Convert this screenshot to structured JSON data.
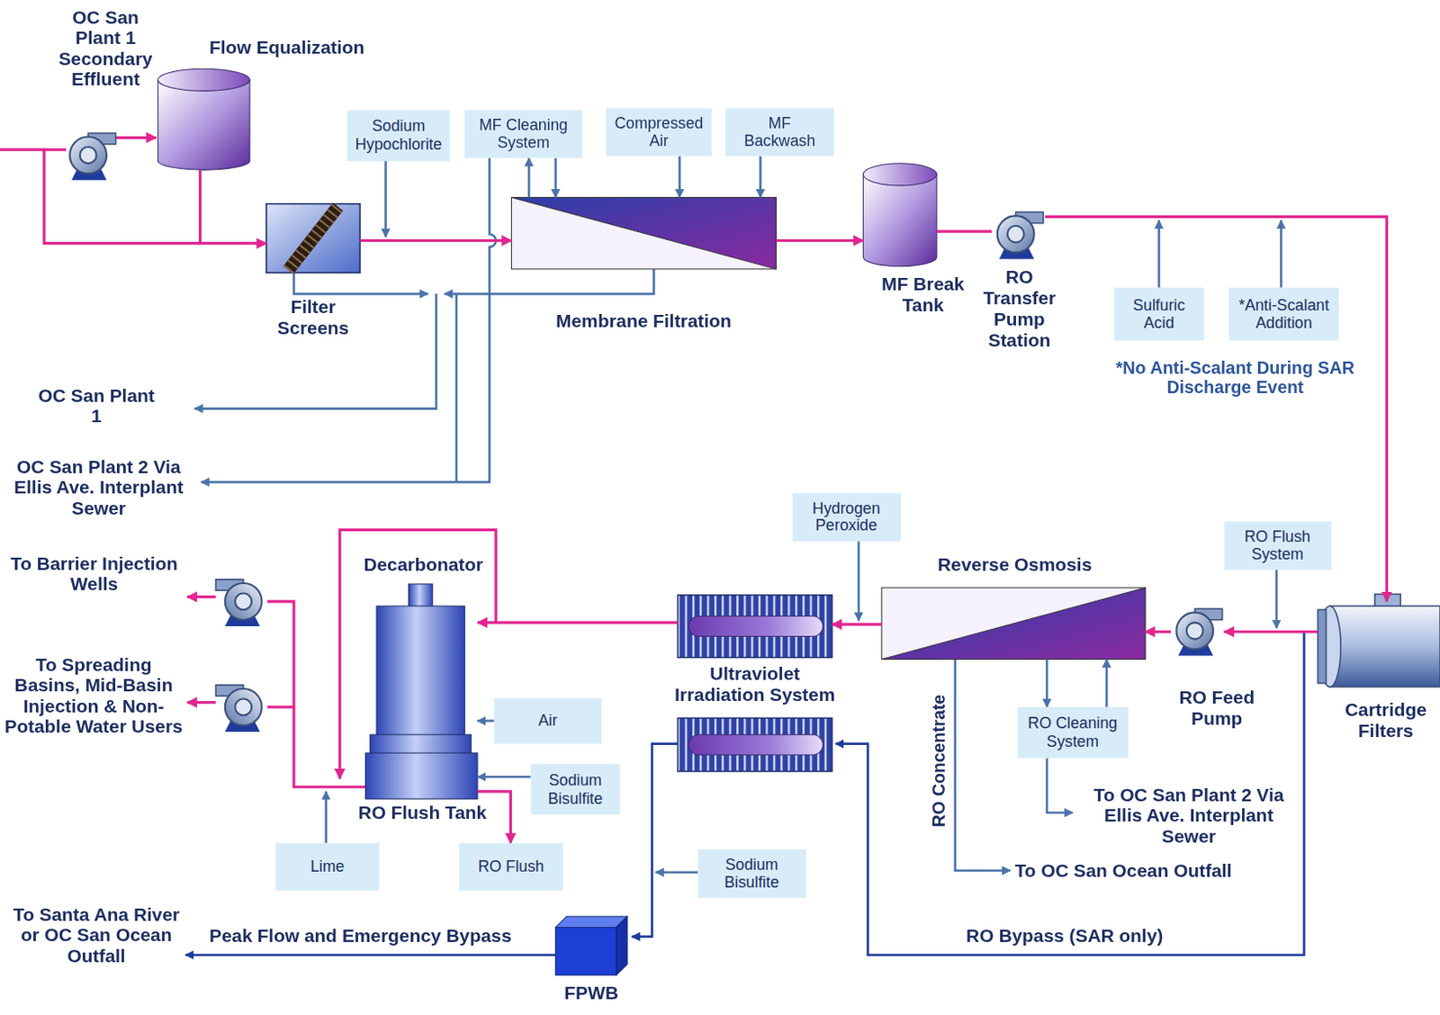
{
  "diagram": {
    "nodes": [
      {
        "text": [
          "Flow Equalization"
        ]
      },
      {
        "text": [
          "Sodium Hypochlorite"
        ]
      },
      {
        "text": [
          "MF Cleaning System"
        ]
      },
      {
        "text": [
          "Compressed Air"
        ]
      },
      {
        "text": [
          "MF Backwash"
        ]
      },
      {
        "text": [
          "Filter Screens"
        ]
      },
      {
        "text": [
          "Membrane Filtration"
        ]
      },
      {
        "text": [
          "MF Break Tank"
        ]
      },
      {
        "text": [
          "RO Transfer Pump Station"
        ]
      },
      {
        "text": [
          "Sulfuric Acid"
        ]
      },
      {
        "text": [
          "*Anti-Scalant Addition"
        ]
      },
      {
        "text": [
          "RO Flush System"
        ]
      },
      {
        "text": [
          "Hydrogen Peroxide"
        ]
      },
      {
        "text": [
          "Decarbonator",
          "RO Flush Tank"
        ]
      },
      {
        "text": [
          "Reverse Osmosis"
        ]
      },
      {
        "text": [
          "RO Feed Pump"
        ]
      },
      {
        "text": [
          "Cartridge Filters"
        ]
      },
      {
        "text": [
          "Ultraviolet Irradiation System"
        ]
      },
      {
        "text": [
          "Air"
        ]
      },
      {
        "text": [
          "RO Cleaning System"
        ]
      },
      {
        "text": [
          "Sodium Bisulfite"
        ]
      },
      {
        "text": [
          "Lime"
        ]
      },
      {
        "text": [
          "RO Flush"
        ]
      },
      {
        "text": [
          "Sodium Bisulfite"
        ]
      },
      {
        "text": [
          "FPWB"
        ]
      }
    ],
    "edges": [
      {
        "from": 0,
        "to": 5,
        "arrow": "to"
      },
      {
        "from": 5,
        "to": 6,
        "arrow": "to"
      },
      {
        "from": 2,
        "to": 6,
        "arrow": "to"
      },
      {
        "from": 6,
        "to": 2,
        "arrow": "to"
      },
      {
        "from": 3,
        "to": 6,
        "arrow": "to"
      },
      {
        "from": 4,
        "to": 6,
        "arrow": "to"
      },
      {
        "from": 6,
        "to": 7,
        "arrow": "to"
      },
      {
        "from": 7,
        "to": 8,
        "arrow": "none"
      },
      {
        "from": 8,
        "to": 16,
        "arrow": "to"
      },
      {
        "from": 16,
        "to": 15,
        "arrow": "to"
      },
      {
        "from": 15,
        "to": 14,
        "arrow": "to"
      },
      {
        "from": 14,
        "to": 17,
        "arrow": "to"
      },
      {
        "from": 17,
        "to": 13,
        "arrow": "to"
      },
      {
        "from": 14,
        "to": 19,
        "arrow": "to"
      },
      {
        "from": 19,
        "to": 14,
        "arrow": "to"
      },
      {
        "from": 18,
        "to": 13,
        "arrow": "to"
      },
      {
        "from": 20,
        "to": 13,
        "arrow": "to"
      },
      {
        "from": 13,
        "to": 22,
        "arrow": "to"
      }
    ],
    "labels": [
      "OC San Plant 1 Secondary Effluent",
      "OC San Plant 1",
      "OC San Plant 2 Via Ellis Ave. Interplant Sewer",
      "*No Anti-Scalant During SAR Discharge Event",
      "To Barrier Injection Wells",
      "To Spreading Basins, Mid-Basin Injection & Non-Potable Water Users",
      "RO Concentrate",
      "To OC San Plant 2 Via Ellis Ave. Interplant Sewer",
      "To OC San Ocean Outfall",
      "To Santa Ana River or OC San Ocean Outfall",
      "Peak Flow and Emergency Bypass",
      "RO Bypass (SAR only)"
    ]
  }
}
